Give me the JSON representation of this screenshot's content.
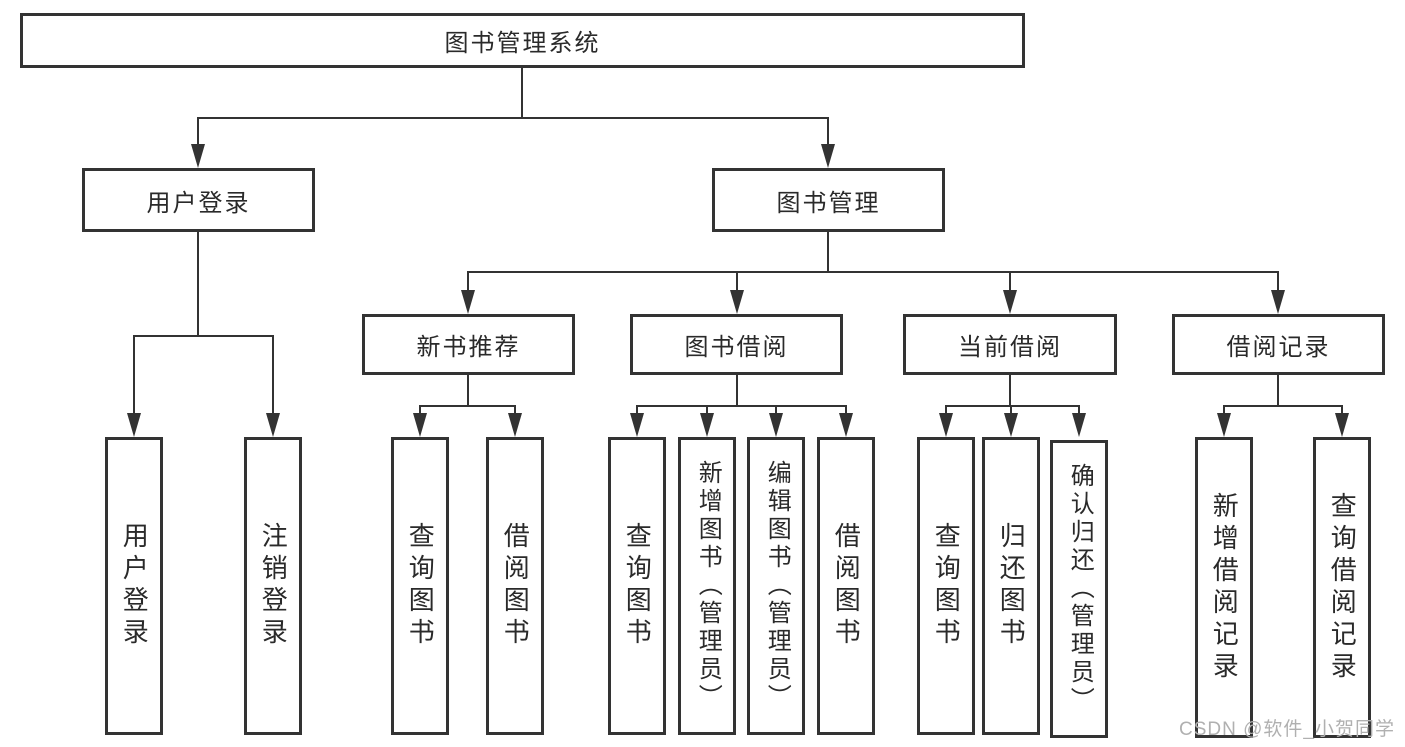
{
  "diagram": {
    "title": "图书管理系统",
    "root": {
      "label": "图书管理系统"
    },
    "branches": [
      {
        "label": "用户登录",
        "children": [
          {
            "label": "用户登录"
          },
          {
            "label": "注销登录"
          }
        ]
      },
      {
        "label": "图书管理",
        "children": [
          {
            "label": "新书推荐",
            "children": [
              {
                "label": "查询图书"
              },
              {
                "label": "借阅图书"
              }
            ]
          },
          {
            "label": "图书借阅",
            "children": [
              {
                "label": "查询图书"
              },
              {
                "label": "新增图书（管理员）"
              },
              {
                "label": "编辑图书（管理员）"
              },
              {
                "label": "借阅图书"
              }
            ]
          },
          {
            "label": "当前借阅",
            "children": [
              {
                "label": "查询图书"
              },
              {
                "label": "归还图书"
              },
              {
                "label": "确认归还（管理员）"
              }
            ]
          },
          {
            "label": "借阅记录",
            "children": [
              {
                "label": "新增借阅记录"
              },
              {
                "label": "查询借阅记录"
              }
            ]
          }
        ]
      }
    ]
  },
  "watermark": {
    "text": "CSDN @软件_小贺同学"
  },
  "colors": {
    "line": "#333333",
    "box_border": "#333333",
    "text": "#2a2a2a",
    "watermark": "#b0b0b0",
    "background": "#ffffff"
  }
}
